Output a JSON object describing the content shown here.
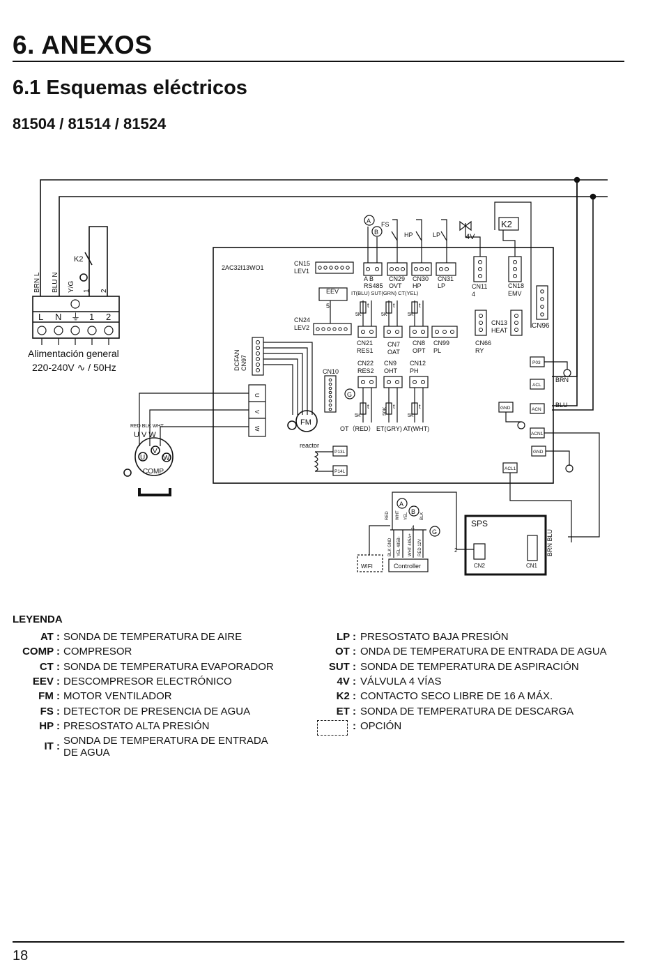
{
  "header": {
    "section": "6. ANEXOS",
    "subsection": "6.1 Esquemas eléctricos",
    "models": "81504 / 81514 / 81524"
  },
  "diagram": {
    "board": "2AC32I13WO1",
    "supply_caption": "Alimentación general",
    "supply_rating": "220-240V ∿ / 50Hz",
    "terminals": [
      "L",
      "N",
      "⏚",
      "1",
      "2"
    ],
    "wires_top": [
      "BRN L",
      "BLU N",
      "Y/G",
      "1",
      "2"
    ],
    "k2": "K2",
    "connectors": {
      "cn15": "CN15",
      "lev1": "LEV1",
      "eev": "EEV",
      "cn24": "CN24",
      "lev2": "LEV2",
      "ab": "A  B",
      "rs485": "RS485",
      "cn29": "CN29",
      "ovt": "OVT",
      "cn30": "CN30",
      "hp": "HP",
      "cn31": "CN31",
      "lp": "LP",
      "cn11": "CN11",
      "four": "4",
      "cn18": "CN18",
      "emv": "EMV",
      "probe_row1": "IT(BLU)  SUT(GRN)  CT(YEL)",
      "cn21": "CN21",
      "res1": "RES1",
      "cn7": "CN7",
      "oat": "OAT",
      "cn8": "CN8",
      "opt": "OPT",
      "cn99": "CN99",
      "pl": "PL",
      "cn66": "CN66",
      "ry": "RY",
      "cn13": "CN13",
      "heat": "HEAT",
      "cn96": "CN96",
      "cn10": "CN10",
      "cn22": "CN22",
      "res2": "RES2",
      "cn9": "CN9",
      "oht": "OHT",
      "cn12": "CN12",
      "ph": "PH",
      "dcfan": "DCFAN",
      "cn97": "CN97",
      "probe_row2": "OT（RED）  ET(GRY)  AT(WHT)",
      "p03": "P03",
      "acl": "ACL",
      "acn": "ACN",
      "gnd": "GND",
      "acn1": "ACN1",
      "acl1": "ACL1",
      "brn": "BRN",
      "blu": "BLU",
      "reactor": "reactor",
      "p13l": "P13L",
      "p14l": "P14L",
      "fm": "FM",
      "comp": "COMP",
      "uvw": "U   V   W",
      "rbw": "RED BLK WHT",
      "u": "U",
      "v": "V",
      "w": "W",
      "sps": "SPS",
      "cn2": "CN2",
      "cn1": "CN1",
      "brnblu": "BRN BLU",
      "wifi": "WIFI",
      "controller": "Controller",
      "ctrl_wires": [
        "BLK GND",
        "YEL 485B-",
        "WHT 485A+",
        "RED 12V"
      ],
      "ab_wires": [
        "RED",
        "WHT",
        "YEL",
        "BLK"
      ],
      "fs": "FS",
      "four_v": "4V",
      "a": "A",
      "b": "B",
      "g": "G",
      "five": "5",
      "two": "2",
      "fivek": "5K",
      "fifty_k": "50K",
      "t": "t"
    }
  },
  "legend": {
    "title": "LEYENDA",
    "left": [
      {
        "code": "AT :",
        "desc": "SONDA DE TEMPERATURA DE AIRE"
      },
      {
        "code": "COMP :",
        "desc": "COMPRESOR"
      },
      {
        "code": "CT :",
        "desc": "SONDA DE TEMPERATURA EVAPORADOR"
      },
      {
        "code": "EEV :",
        "desc": "DESCOMPRESOR ELECTRÓNICO"
      },
      {
        "code": "FM :",
        "desc": "MOTOR VENTILADOR"
      },
      {
        "code": "FS :",
        "desc": "DETECTOR DE PRESENCIA DE AGUA"
      },
      {
        "code": "HP :",
        "desc": "PRESOSTATO ALTA PRESIÓN"
      },
      {
        "code": "IT :",
        "desc": "SONDA DE TEMPERATURA DE ENTRADA",
        "desc2": "DE AGUA"
      }
    ],
    "right": [
      {
        "code": "LP :",
        "desc": "PRESOSTATO BAJA PRESIÓN"
      },
      {
        "code": "OT :",
        "desc": "ONDA DE TEMPERATURA DE ENTRADA DE AGUA"
      },
      {
        "code": "SUT :",
        "desc": "SONDA DE TEMPERATURA DE ASPIRACIÓN"
      },
      {
        "code": "4V :",
        "desc": "VÁLVULA 4 VÍAS"
      },
      {
        "code": "K2 :",
        "desc": "CONTACTO SECO LIBRE DE 16 A MÁX."
      },
      {
        "code": "ET :",
        "desc": "SONDA DE TEMPERATURA DE DESCARGA"
      },
      {
        "code": ":",
        "desc": "OPCIÓN"
      }
    ]
  },
  "footer": {
    "page": "18"
  }
}
